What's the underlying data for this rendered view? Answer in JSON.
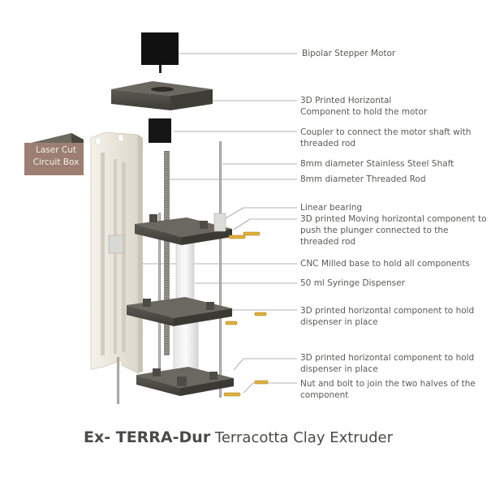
{
  "colors": {
    "component": "#4d4b45",
    "base": "#ece8dd",
    "bolt": "#e0b03a",
    "leader": "#9a9a9a",
    "text": "#5a5a58"
  },
  "box_label": "Laser Cut\nCircuit Box",
  "labels": [
    {
      "id": "motor",
      "text": "Bipolar Stepper Motor"
    },
    {
      "id": "motor-holder",
      "text": "3D Printed Horizontal\nComponent to hold the motor"
    },
    {
      "id": "coupler",
      "text": "Coupler to connect the motor shaft with\nthreaded rod"
    },
    {
      "id": "shaft",
      "text": "8mm diameter Stainless Steel Shaft"
    },
    {
      "id": "threaded-rod",
      "text": "8mm diameter Threaded Rod"
    },
    {
      "id": "bearing",
      "text": "Linear bearing"
    },
    {
      "id": "moving-component",
      "text": "3D printed Moving horizontal component to\npush the plunger connected to the\nthreaded rod"
    },
    {
      "id": "base",
      "text": "CNC Milled base to hold all components"
    },
    {
      "id": "syringe",
      "text": "50 ml Syringe Dispenser"
    },
    {
      "id": "holder-1",
      "text": "3D printed horizontal component to hold\ndispenser in place"
    },
    {
      "id": "holder-2",
      "text": "3D printed horizontal component to hold\ndispenser in place"
    },
    {
      "id": "nut-bolt",
      "text": "Nut and bolt to join the two halves of the\ncomponent"
    }
  ],
  "title": {
    "bold": "Ex- TERRA-Dur",
    "rest": " Terracotta Clay Extruder"
  }
}
